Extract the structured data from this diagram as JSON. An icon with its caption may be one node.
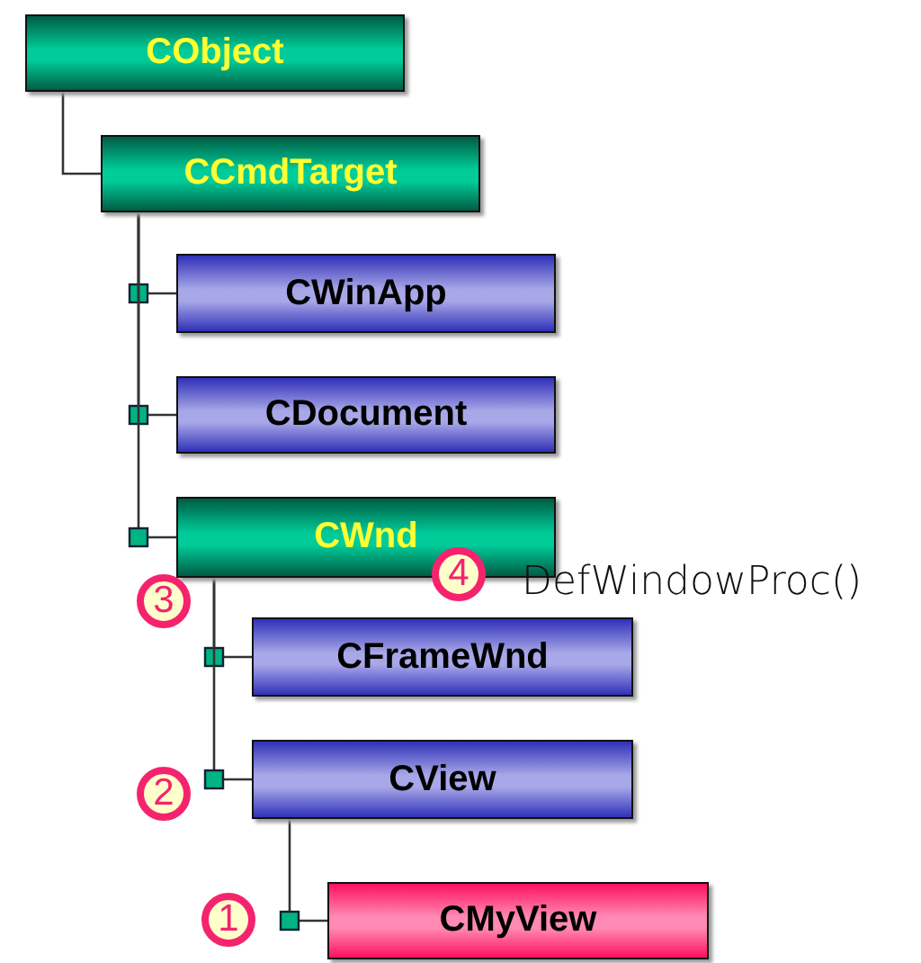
{
  "diagram": {
    "nodes": [
      {
        "text": [
          "CObject"
        ]
      },
      {
        "text": [
          "CCmdTarget"
        ]
      },
      {
        "text": [
          "CWinApp"
        ]
      },
      {
        "text": [
          "CDocument"
        ]
      },
      {
        "text": [
          "CWnd"
        ]
      },
      {
        "text": [
          "CFrameWnd"
        ]
      },
      {
        "text": [
          "CView"
        ]
      },
      {
        "text": [
          "CMyView"
        ]
      }
    ],
    "edges": [
      {
        "from": 0,
        "to": 1,
        "arrow": "none"
      },
      {
        "from": 1,
        "to": 2,
        "arrow": "other"
      },
      {
        "from": 1,
        "to": 3,
        "arrow": "other"
      },
      {
        "from": 1,
        "to": 4,
        "arrow": "other"
      },
      {
        "from": 4,
        "to": 5,
        "arrow": "other"
      },
      {
        "from": 4,
        "to": 6,
        "arrow": "other"
      },
      {
        "from": 6,
        "to": 7,
        "arrow": "other"
      }
    ],
    "labels": [
      "3",
      "4",
      "DefWindowProc()",
      "2",
      "1"
    ]
  }
}
